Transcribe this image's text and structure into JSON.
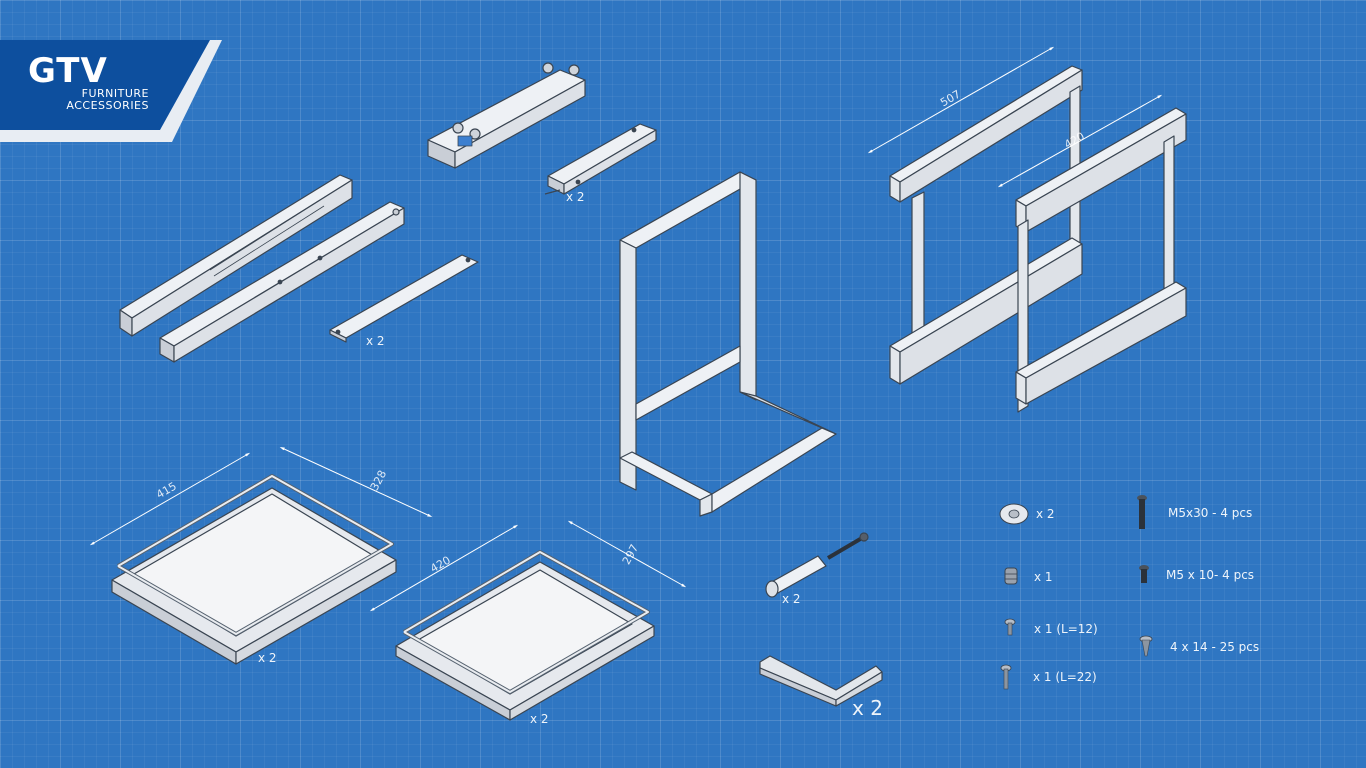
{
  "brand": {
    "name": "GTV",
    "line1": "FURNITURE",
    "line2": "ACCESSORIES",
    "colors": {
      "banner": "#0d4f9e",
      "stripe": "#e8edf3",
      "background": "#2f76c2"
    }
  },
  "dimensions": {
    "guide_rail_length": "507",
    "guide_rail_height": "420",
    "basket1_length": "415",
    "basket1_width": "328",
    "basket2_length": "420",
    "basket2_width": "297"
  },
  "quantities": {
    "bracket_small": "x 2",
    "flat_bar": "x 2",
    "basket_large": "x 2",
    "basket_small": "x 2",
    "pin_bolt": "x 2",
    "corner_bracket": "x 2"
  },
  "hardware": [
    {
      "icon": "wheel-icon",
      "label": "x 2"
    },
    {
      "icon": "nut-icon",
      "label": "x 1"
    },
    {
      "icon": "screw-short-icon",
      "label": "x 1 (L=12)"
    },
    {
      "icon": "screw-long-icon",
      "label": "x 1 (L=22)"
    },
    {
      "icon": "bolt-long-icon",
      "label": "M5x30 - 4 pcs"
    },
    {
      "icon": "bolt-short-icon",
      "label": "M5 x 10- 4 pcs"
    },
    {
      "icon": "wood-screw-icon",
      "label": "4 x 14 - 25 pcs"
    }
  ]
}
